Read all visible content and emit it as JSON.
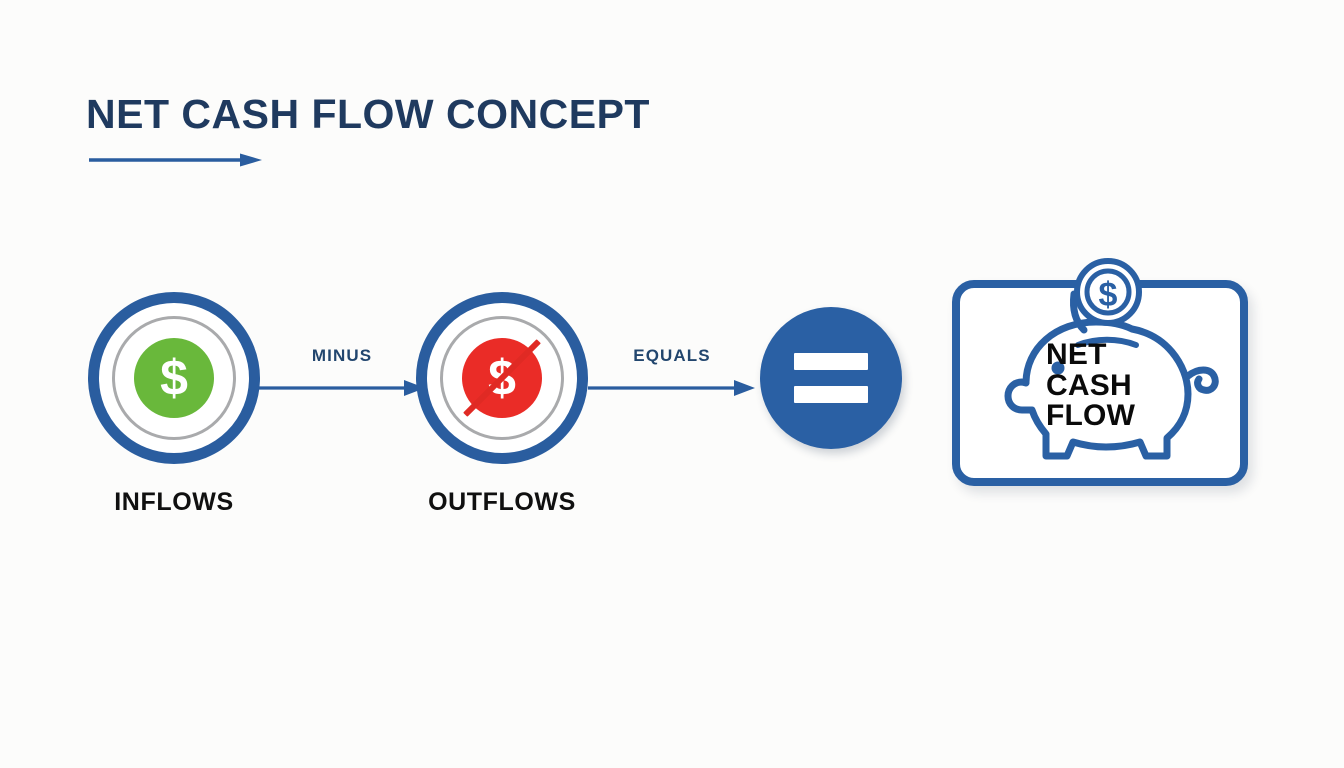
{
  "page": {
    "title": "NET CASH FLOW CONCEPT",
    "background_color": "#fcfcfb",
    "title_color": "#1f3a5f",
    "accent_blue": "#2a60a4",
    "inflow_green": "#69b83b",
    "outflow_red": "#ea2c27",
    "ring_gray": "#a9aaac",
    "caption_color": "#101010"
  },
  "title_arrow": {
    "name": "title-underline-arrow",
    "color": "#2a5d9f"
  },
  "flow": {
    "nodes": [
      {
        "id": "inflows",
        "caption": "INFLOWS",
        "icon": "dollar-coin-green-icon",
        "glyph": "$",
        "fill_color": "#69b83b",
        "struck_through": false
      },
      {
        "id": "outflows",
        "caption": "OUTFLOWS",
        "icon": "dollar-coin-red-struck-icon",
        "glyph": "$",
        "fill_color": "#ea2c27",
        "struck_through": true
      }
    ],
    "connectors": [
      {
        "id": "minus",
        "label": "MINUS",
        "icon": "arrow-right-icon",
        "color": "#2a5d9f"
      },
      {
        "id": "equals",
        "label": "EQUALS",
        "icon": "arrow-right-icon",
        "color": "#2a5d9f"
      }
    ],
    "operator_badge": {
      "id": "equals-badge",
      "icon": "equals-sign-icon",
      "symbol": "=",
      "fill_color": "#2a60a4",
      "bar_color": "#ffffff"
    },
    "result_card": {
      "id": "net-cash-flow-card",
      "icon": "piggy-bank-icon",
      "coin_icon": "coin-dollar-icon",
      "coin_glyph": "$",
      "line1": "NET",
      "line2": "CASH",
      "line3": "FLOW",
      "border_color": "#2a60a4",
      "text_color": "#0a0a0a"
    }
  }
}
